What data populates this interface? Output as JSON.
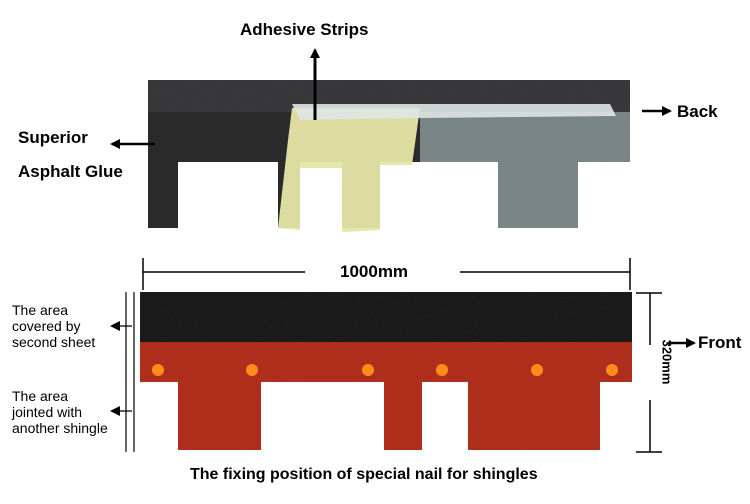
{
  "top_image": {
    "labels": {
      "adhesive": "Adhesive Strips",
      "superior": "Superior",
      "asphalt": "Asphalt Glue",
      "back": "Back"
    }
  },
  "bottom_image": {
    "dimension_width": "1000mm",
    "dimension_height": "320mm",
    "front": "Front",
    "area_covered_lines": [
      "The area",
      "covered by",
      "second sheet"
    ],
    "area_jointed_lines": [
      "The area",
      "jointed with",
      "another shingle"
    ],
    "caption": "The fixing position of special nail for shingles"
  },
  "colors": {
    "shingle_red": "#b5301e",
    "shingle_black": "#1b1b1b",
    "shingle_grey": "#3a3a3c",
    "shingle_green_grey": "#7f8b8b",
    "adhesive_yellow": "#e6e6a8",
    "nail_orange": "#ff8c1a"
  }
}
